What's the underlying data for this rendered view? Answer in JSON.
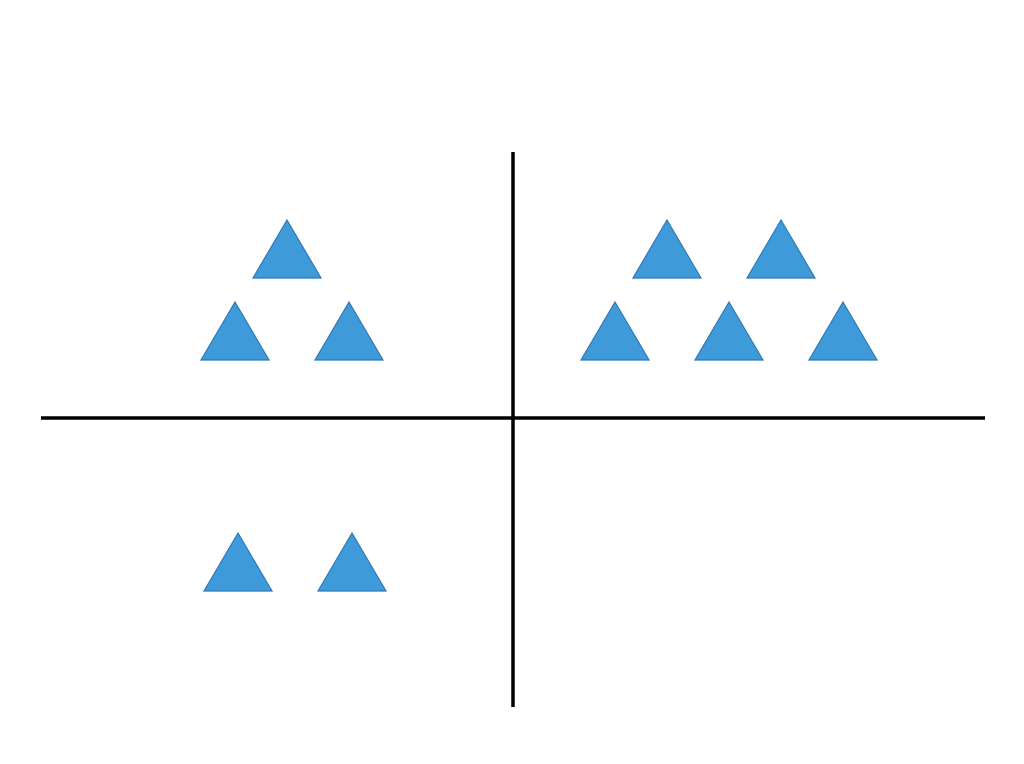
{
  "diagram": {
    "colors": {
      "background": "#ffffff",
      "axis": "#000000",
      "triangle_fill": "#3f9ad9",
      "triangle_stroke": "#2f79b8"
    },
    "quadrants": [
      {
        "position": "top-left",
        "shape": "triangle",
        "count": 3
      },
      {
        "position": "top-right",
        "shape": "triangle",
        "count": 5
      },
      {
        "position": "bottom-left",
        "shape": "triangle",
        "count": 2
      },
      {
        "position": "bottom-right",
        "shape": "triangle",
        "count": 0
      }
    ]
  }
}
